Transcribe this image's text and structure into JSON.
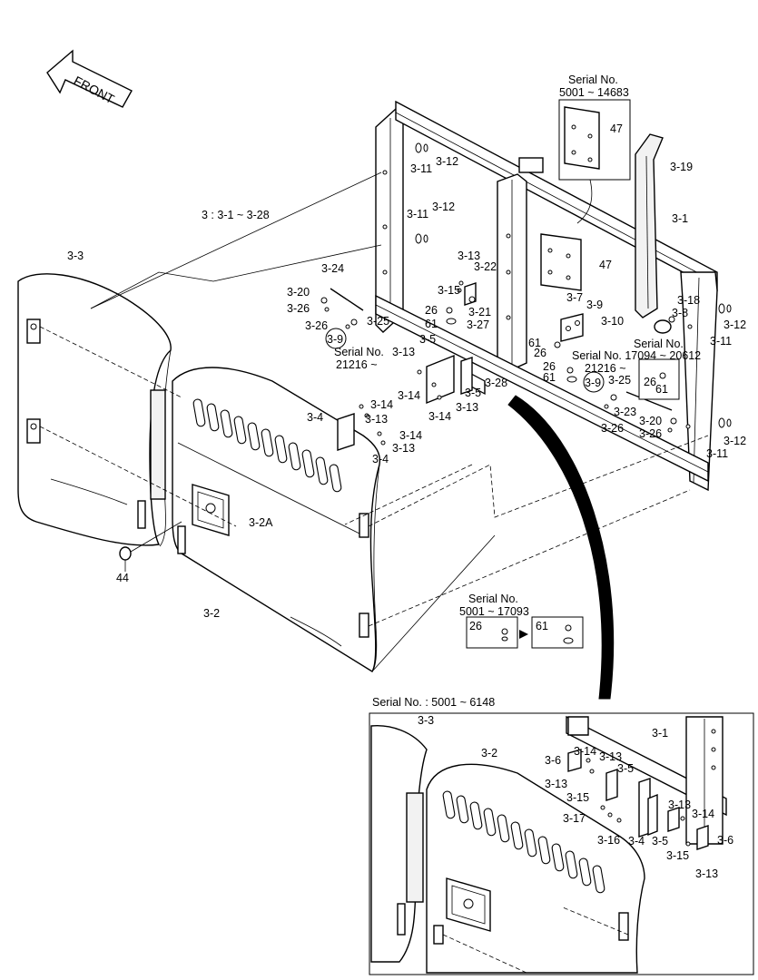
{
  "diagram": {
    "front_label": "FRONT",
    "main_group_label": "3 : 3-1 ~ 3-28",
    "callouts": [
      {
        "id": "c-3-3a",
        "text": "3-3"
      },
      {
        "id": "c-3-11a",
        "text": "3-11"
      },
      {
        "id": "c-3-12a",
        "text": "3-12"
      },
      {
        "id": "c-3-11b",
        "text": "3-11"
      },
      {
        "id": "c-3-12b",
        "text": "3-12"
      },
      {
        "id": "c-3-19",
        "text": "3-19"
      },
      {
        "id": "c-3-1a",
        "text": "3-1"
      },
      {
        "id": "c-47a",
        "text": "47"
      },
      {
        "id": "c-47b",
        "text": "47"
      },
      {
        "id": "c-3-24",
        "text": "3-24"
      },
      {
        "id": "c-3-20a",
        "text": "3-20"
      },
      {
        "id": "c-3-26a",
        "text": "3-26"
      },
      {
        "id": "c-3-26b",
        "text": "3-26"
      },
      {
        "id": "c-3-25a",
        "text": "3-25"
      },
      {
        "id": "c-3-13a",
        "text": "3-13"
      },
      {
        "id": "c-3-22",
        "text": "3-22"
      },
      {
        "id": "c-3-15a",
        "text": "3-15"
      },
      {
        "id": "c-3-21",
        "text": "3-21"
      },
      {
        "id": "c-26a",
        "text": "26"
      },
      {
        "id": "c-61a",
        "text": "61"
      },
      {
        "id": "c-3-27",
        "text": "3-27"
      },
      {
        "id": "c-3-7",
        "text": "3-7"
      },
      {
        "id": "c-3-9a",
        "text": "3-9"
      },
      {
        "id": "c-3-10",
        "text": "3-10"
      },
      {
        "id": "c-3-18",
        "text": "3-18"
      },
      {
        "id": "c-3-8",
        "text": "3-8"
      },
      {
        "id": "c-3-12c",
        "text": "3-12"
      },
      {
        "id": "c-3-11c",
        "text": "3-11"
      },
      {
        "id": "c-3-5a",
        "text": "3-5"
      },
      {
        "id": "c-3-13b",
        "text": "3-13"
      },
      {
        "id": "c-3-14a",
        "text": "3-14"
      },
      {
        "id": "c-3-5b",
        "text": "3-5"
      },
      {
        "id": "c-3-28",
        "text": "3-28"
      },
      {
        "id": "c-3-13c",
        "text": "3-13"
      },
      {
        "id": "c-3-14b",
        "text": "3-14"
      },
      {
        "id": "c-26b",
        "text": "26"
      },
      {
        "id": "c-61b",
        "text": "61"
      },
      {
        "id": "c-26c",
        "text": "26"
      },
      {
        "id": "c-61c",
        "text": "61"
      },
      {
        "id": "c-3-9b",
        "text": "3-9"
      },
      {
        "id": "c-3-25b",
        "text": "3-25"
      },
      {
        "id": "c-3-23",
        "text": "3-23"
      },
      {
        "id": "c-3-20b",
        "text": "3-20"
      },
      {
        "id": "c-3-26c",
        "text": "3-26"
      },
      {
        "id": "c-3-26d",
        "text": "3-26"
      },
      {
        "id": "c-3-12d",
        "text": "3-12"
      },
      {
        "id": "c-3-11d",
        "text": "3-11"
      },
      {
        "id": "c-3-14c",
        "text": "3-14"
      },
      {
        "id": "c-3-13d",
        "text": "3-13"
      },
      {
        "id": "c-3-4a",
        "text": "3-4"
      },
      {
        "id": "c-3-14d",
        "text": "3-14"
      },
      {
        "id": "c-3-13e",
        "text": "3-13"
      },
      {
        "id": "c-3-4b",
        "text": "3-4"
      },
      {
        "id": "c-3-2A",
        "text": "3-2A"
      },
      {
        "id": "c-44",
        "text": "44"
      },
      {
        "id": "c-3-2a",
        "text": "3-2"
      },
      {
        "id": "c-3-9c",
        "text": "3-9"
      },
      {
        "id": "c-26d",
        "text": "26"
      },
      {
        "id": "c-26e",
        "text": "26"
      },
      {
        "id": "c-61d",
        "text": "61"
      }
    ],
    "serial_notes": [
      {
        "id": "s1",
        "line1": "Serial No.",
        "line2": "5001 ~ 14683"
      },
      {
        "id": "s2",
        "line1": "Serial No.",
        "line2": "21216 ~"
      },
      {
        "id": "s3",
        "line1": "Serial No.",
        "line2": "21216 ~"
      },
      {
        "id": "s4",
        "line1": "Serial No. 17094 ~ 20612",
        "line2": "Serial No."
      },
      {
        "id": "s5",
        "line1": "Serial No.",
        "line2": "5001 ~ 17093"
      }
    ],
    "inset": {
      "title": "Serial No. : 5001 ~ 6148",
      "callouts": [
        {
          "id": "i-3-3",
          "text": "3-3"
        },
        {
          "id": "i-3-1",
          "text": "3-1"
        },
        {
          "id": "i-3-2",
          "text": "3-2"
        },
        {
          "id": "i-3-6a",
          "text": "3-6"
        },
        {
          "id": "i-3-14a",
          "text": "3-14"
        },
        {
          "id": "i-3-13a",
          "text": "3-13"
        },
        {
          "id": "i-3-5a",
          "text": "3-5"
        },
        {
          "id": "i-3-13b",
          "text": "3-13"
        },
        {
          "id": "i-3-15a",
          "text": "3-15"
        },
        {
          "id": "i-3-13c",
          "text": "3-13"
        },
        {
          "id": "i-3-14b",
          "text": "3-14"
        },
        {
          "id": "i-3-17",
          "text": "3-17"
        },
        {
          "id": "i-3-16",
          "text": "3-16"
        },
        {
          "id": "i-3-4",
          "text": "3-4"
        },
        {
          "id": "i-3-5b",
          "text": "3-5"
        },
        {
          "id": "i-3-6b",
          "text": "3-6"
        },
        {
          "id": "i-3-15b",
          "text": "3-15"
        },
        {
          "id": "i-3-13d",
          "text": "3-13"
        }
      ]
    }
  }
}
